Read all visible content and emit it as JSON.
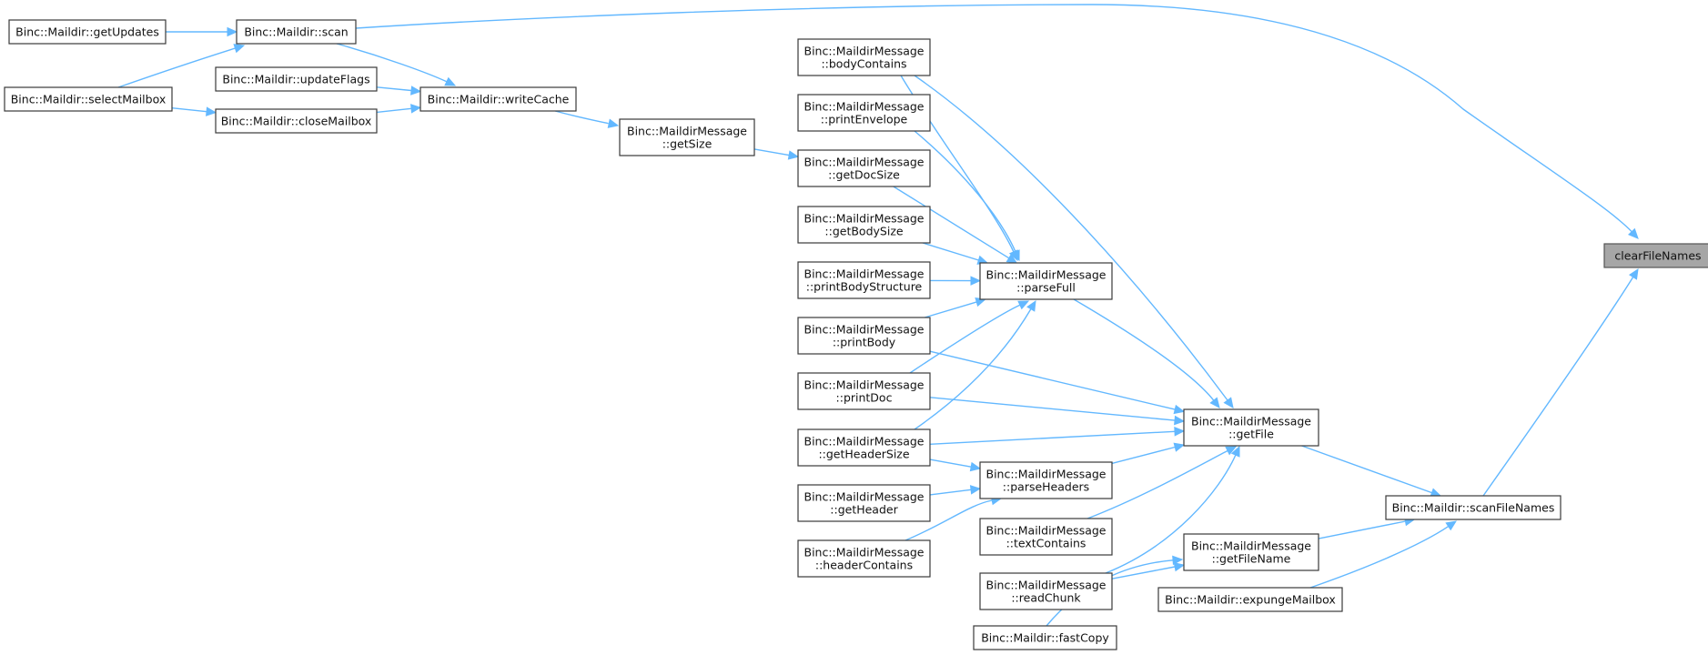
{
  "graph": {
    "nodes": [
      {
        "id": "clearFileNames",
        "lines": [
          "clearFileNames"
        ],
        "root": true
      },
      {
        "id": "scanFileNames",
        "lines": [
          "Binc::Maildir::scanFileNames"
        ]
      },
      {
        "id": "scan",
        "lines": [
          "Binc::Maildir::scan"
        ]
      },
      {
        "id": "getUpdates",
        "lines": [
          "Binc::Maildir::getUpdates"
        ]
      },
      {
        "id": "selectMailbox",
        "lines": [
          "Binc::Maildir::selectMailbox"
        ]
      },
      {
        "id": "writeCache",
        "lines": [
          "Binc::Maildir::writeCache"
        ]
      },
      {
        "id": "updateFlags",
        "lines": [
          "Binc::Maildir::updateFlags"
        ]
      },
      {
        "id": "closeMailbox",
        "lines": [
          "Binc::Maildir::closeMailbox"
        ]
      },
      {
        "id": "getSize",
        "lines": [
          "Binc::MaildirMessage",
          "::getSize"
        ]
      },
      {
        "id": "getFile",
        "lines": [
          "Binc::MaildirMessage",
          "::getFile"
        ]
      },
      {
        "id": "parseFull",
        "lines": [
          "Binc::MaildirMessage",
          "::parseFull"
        ]
      },
      {
        "id": "bodyContains",
        "lines": [
          "Binc::MaildirMessage",
          "::bodyContains"
        ]
      },
      {
        "id": "printEnvelope",
        "lines": [
          "Binc::MaildirMessage",
          "::printEnvelope"
        ]
      },
      {
        "id": "getDocSize",
        "lines": [
          "Binc::MaildirMessage",
          "::getDocSize"
        ]
      },
      {
        "id": "getBodySize",
        "lines": [
          "Binc::MaildirMessage",
          "::getBodySize"
        ]
      },
      {
        "id": "printBodyStructure",
        "lines": [
          "Binc::MaildirMessage",
          "::printBodyStructure"
        ]
      },
      {
        "id": "printBody",
        "lines": [
          "Binc::MaildirMessage",
          "::printBody"
        ]
      },
      {
        "id": "printDoc",
        "lines": [
          "Binc::MaildirMessage",
          "::printDoc"
        ]
      },
      {
        "id": "getHeaderSize",
        "lines": [
          "Binc::MaildirMessage",
          "::getHeaderSize"
        ]
      },
      {
        "id": "parseHeaders",
        "lines": [
          "Binc::MaildirMessage",
          "::parseHeaders"
        ]
      },
      {
        "id": "getHeader",
        "lines": [
          "Binc::MaildirMessage",
          "::getHeader"
        ]
      },
      {
        "id": "headerContains",
        "lines": [
          "Binc::MaildirMessage",
          "::headerContains"
        ]
      },
      {
        "id": "textContains",
        "lines": [
          "Binc::MaildirMessage",
          "::textContains"
        ]
      },
      {
        "id": "getFileName",
        "lines": [
          "Binc::MaildirMessage",
          "::getFileName"
        ]
      },
      {
        "id": "readChunk",
        "lines": [
          "Binc::MaildirMessage",
          "::readChunk"
        ]
      },
      {
        "id": "fastCopy",
        "lines": [
          "Binc::Maildir::fastCopy"
        ]
      },
      {
        "id": "expungeMailbox",
        "lines": [
          "Binc::Maildir::expungeMailbox"
        ]
      }
    ],
    "edges": [
      {
        "from": "scan",
        "to": "clearFileNames"
      },
      {
        "from": "scanFileNames",
        "to": "clearFileNames"
      },
      {
        "from": "getUpdates",
        "to": "scan"
      },
      {
        "from": "selectMailbox",
        "to": "scan"
      },
      {
        "from": "scan",
        "to": "writeCache"
      },
      {
        "from": "updateFlags",
        "to": "writeCache"
      },
      {
        "from": "closeMailbox",
        "to": "writeCache"
      },
      {
        "from": "selectMailbox",
        "to": "closeMailbox"
      },
      {
        "from": "writeCache",
        "to": "getSize"
      },
      {
        "from": "getSize",
        "to": "getDocSize"
      },
      {
        "from": "bodyContains",
        "to": "parseFull"
      },
      {
        "from": "printEnvelope",
        "to": "parseFull"
      },
      {
        "from": "getDocSize",
        "to": "parseFull"
      },
      {
        "from": "getBodySize",
        "to": "parseFull"
      },
      {
        "from": "printBodyStructure",
        "to": "parseFull"
      },
      {
        "from": "printBody",
        "to": "parseFull"
      },
      {
        "from": "printDoc",
        "to": "parseFull"
      },
      {
        "from": "getHeaderSize",
        "to": "parseFull"
      },
      {
        "from": "parseFull",
        "to": "getFile"
      },
      {
        "from": "bodyContains",
        "to": "getFile"
      },
      {
        "from": "printBody",
        "to": "getFile"
      },
      {
        "from": "printDoc",
        "to": "getFile"
      },
      {
        "from": "getHeaderSize",
        "to": "getFile"
      },
      {
        "from": "parseHeaders",
        "to": "getFile"
      },
      {
        "from": "textContains",
        "to": "getFile"
      },
      {
        "from": "readChunk",
        "to": "getFile"
      },
      {
        "from": "getHeaderSize",
        "to": "parseHeaders"
      },
      {
        "from": "getHeader",
        "to": "parseHeaders"
      },
      {
        "from": "headerContains",
        "to": "parseHeaders"
      },
      {
        "from": "getFile",
        "to": "scanFileNames"
      },
      {
        "from": "getFileName",
        "to": "scanFileNames"
      },
      {
        "from": "expungeMailbox",
        "to": "scanFileNames"
      },
      {
        "from": "readChunk",
        "to": "getFileName"
      },
      {
        "from": "fastCopy",
        "to": "getFileName"
      }
    ]
  }
}
